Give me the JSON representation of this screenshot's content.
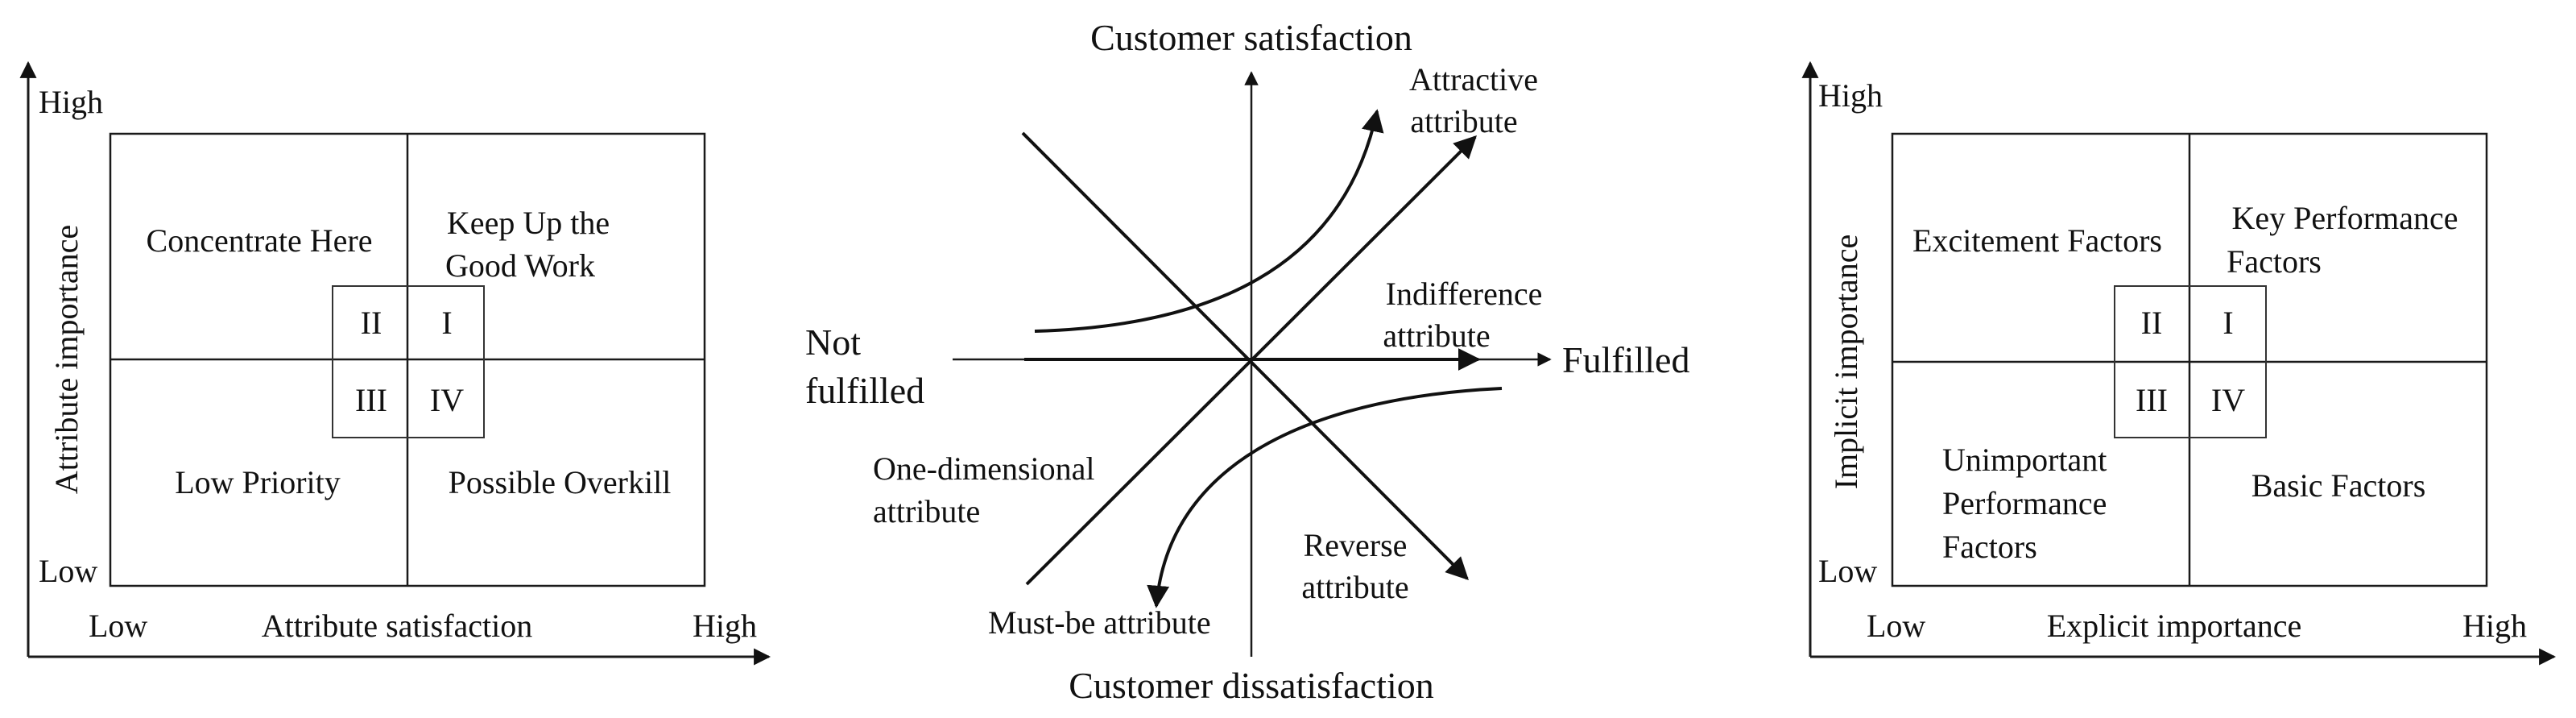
{
  "panels": {
    "ipa": {
      "y_axis": "Attribute importance",
      "x_axis": "Attribute satisfaction",
      "y_high": "High",
      "y_low": "Low",
      "x_low": "Low",
      "x_high": "High",
      "q_top_left": "Concentrate Here",
      "q_top_right_1": "Keep Up the",
      "q_top_right_2": "Good Work",
      "q_bottom_left": "Low Priority",
      "q_bottom_right": "Possible Overkill",
      "roman": [
        "II",
        "I",
        "III",
        "IV"
      ]
    },
    "kano": {
      "top": "Customer satisfaction",
      "bottom": "Customer dissatisfaction",
      "left_1": "Not",
      "left_2": "fulfilled",
      "right": "Fulfilled",
      "attractive_1": "Attractive",
      "attractive_2": "attribute",
      "indifference_1": "Indifference",
      "indifference_2": "attribute",
      "one_dim_1": "One-dimensional",
      "one_dim_2": "attribute",
      "reverse_1": "Reverse",
      "reverse_2": "attribute",
      "must_be": "Must-be attribute"
    },
    "ai": {
      "y_axis": "Implicit importance",
      "x_axis": "Explicit importance",
      "y_high": "High",
      "y_low": "Low",
      "x_low": "Low",
      "x_high": "High",
      "q_top_left": "Excitement Factors",
      "q_top_right_1": "Key Performance",
      "q_top_right_2": "Factors",
      "q_bottom_left_1": "Unimportant",
      "q_bottom_left_2": "Performance",
      "q_bottom_left_3": "Factors",
      "q_bottom_right": "Basic Factors",
      "roman": [
        "II",
        "I",
        "III",
        "IV"
      ]
    }
  },
  "colors": {
    "ink": "#111111",
    "background": "#ffffff"
  }
}
